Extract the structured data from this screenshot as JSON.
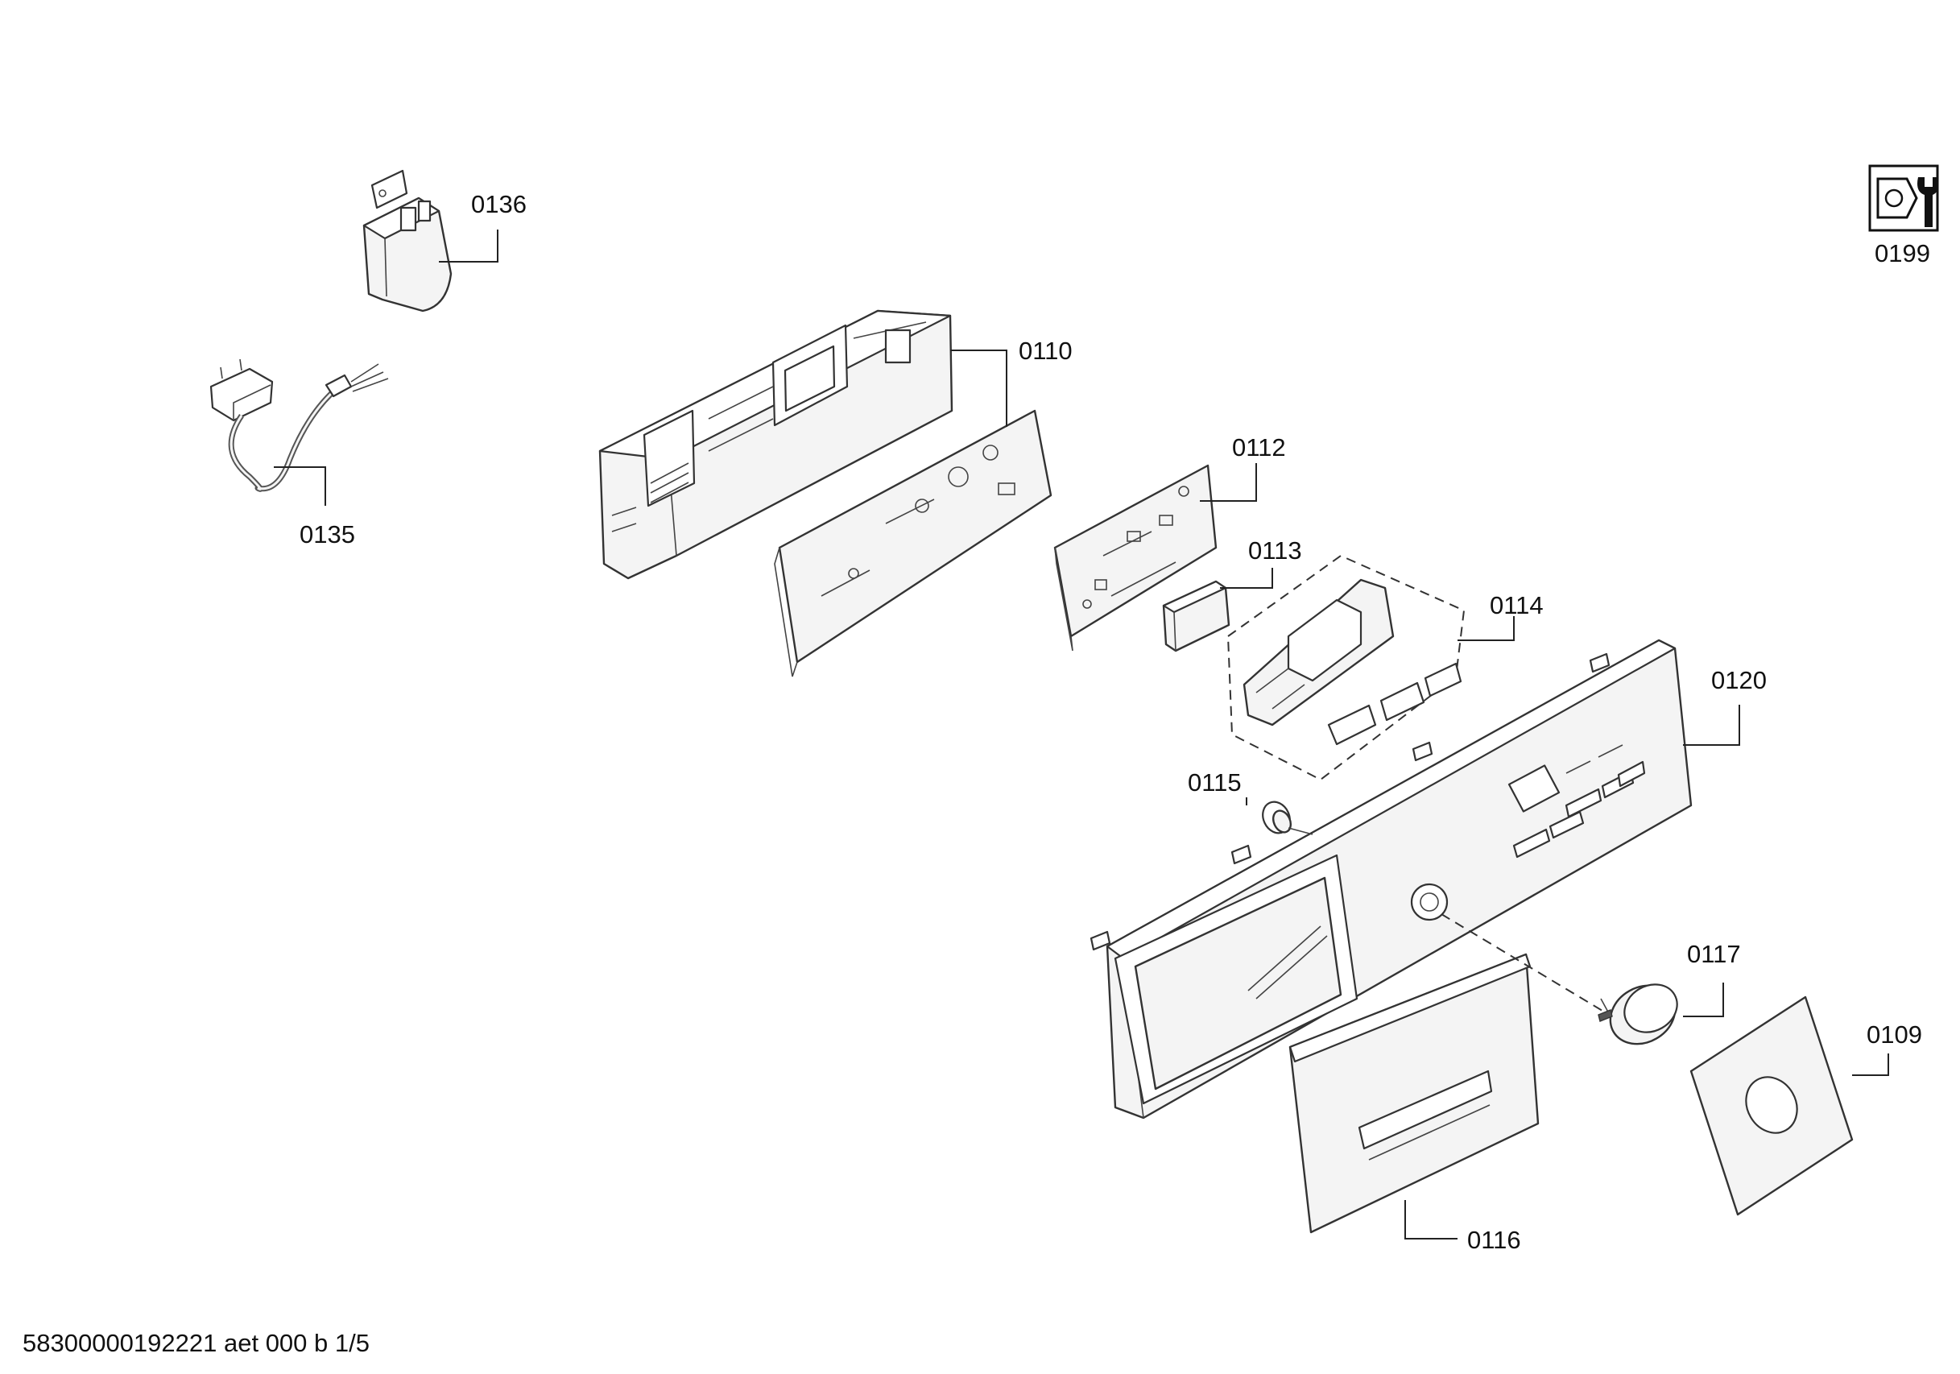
{
  "labels": {
    "p0136": "0136",
    "p0135": "0135",
    "p0110": "0110",
    "p0112": "0112",
    "p0113": "0113",
    "p0114": "0114",
    "p0120": "0120",
    "p0115": "0115",
    "p0117": "0117",
    "p0109": "0109",
    "p0116": "0116",
    "p0199": "0199"
  },
  "footer": {
    "doc_id": "58300000192221 aet 000 b 1/5"
  },
  "icons": {
    "service": "wrench-nut-icon"
  }
}
